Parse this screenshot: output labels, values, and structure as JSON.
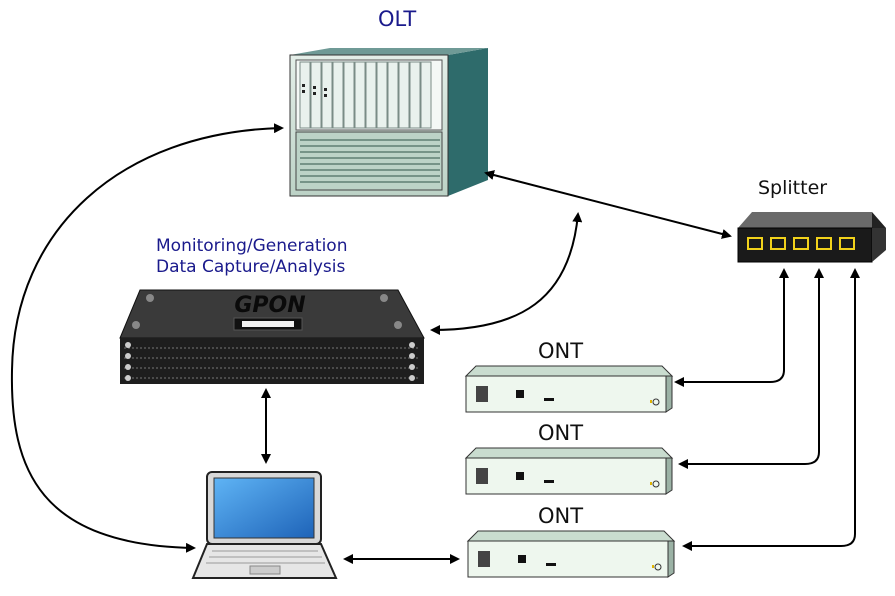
{
  "labels": {
    "olt": "OLT",
    "splitter": "Splitter",
    "monitor_line1": "Monitoring/Generation",
    "monitor_line2": "Data Capture/Analysis",
    "gpon": "GPON",
    "ont1": "ONT",
    "ont2": "ONT",
    "ont3": "ONT"
  },
  "colors": {
    "label_text": "#1a1a8c",
    "arrow": "#000000",
    "chassis": "#cfe3da",
    "gpon_body": "#2b2b2b",
    "splitter_ports": "#f2d21b",
    "ont_body": "#eef7ee",
    "laptop_screen": "#2f86d8"
  },
  "icons": [
    "olt-chassis",
    "splitter-box",
    "gpon-analyzer",
    "ont-unit",
    "laptop-icon"
  ]
}
